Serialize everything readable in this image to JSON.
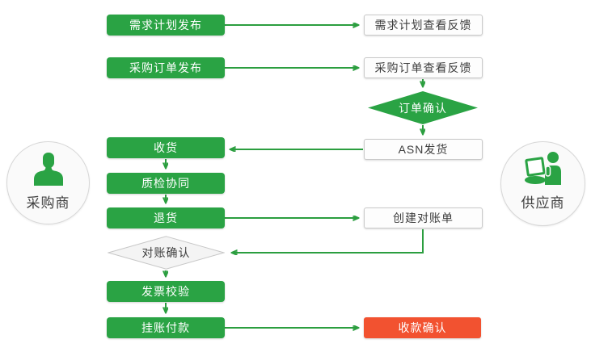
{
  "diagram": {
    "type": "flowchart",
    "description_note": "procurement collaboration flow between buyer and supplier"
  },
  "colors": {
    "process_green": "#2aa344",
    "arrow_green": "#2b9e3f",
    "highlight_red": "#f25230",
    "neutral_box_bg": "#fdfdfd",
    "neutral_border": "#c9c9c9",
    "text_dark": "#3d3d3d"
  },
  "actors": {
    "buyer": {
      "label": "采购商"
    },
    "supplier": {
      "label": "供应商"
    }
  },
  "nodes": {
    "demand_plan_publish": {
      "label": "需求计划发布",
      "style": "green"
    },
    "demand_plan_feedback": {
      "label": "需求计划查看反馈",
      "style": "white"
    },
    "po_publish": {
      "label": "采购订单发布",
      "style": "green"
    },
    "po_feedback": {
      "label": "采购订单查看反馈",
      "style": "white"
    },
    "order_confirm": {
      "label": "订单确认",
      "style": "green-diamond"
    },
    "asn_ship": {
      "label": "ASN发货",
      "style": "white"
    },
    "receive": {
      "label": "收货",
      "style": "green"
    },
    "quality_check": {
      "label": "质检协同",
      "style": "green"
    },
    "return_goods": {
      "label": "退货",
      "style": "green"
    },
    "create_statement": {
      "label": "创建对账单",
      "style": "white"
    },
    "statement_confirm": {
      "label": "对账确认",
      "style": "white-diamond"
    },
    "invoice_verify": {
      "label": "发票校验",
      "style": "green"
    },
    "payment": {
      "label": "挂账付款",
      "style": "green"
    },
    "receipt_confirm": {
      "label": "收款确认",
      "style": "red"
    }
  },
  "edges": [
    {
      "from": "demand_plan_publish",
      "to": "demand_plan_feedback"
    },
    {
      "from": "po_publish",
      "to": "po_feedback"
    },
    {
      "from": "po_feedback",
      "to": "order_confirm"
    },
    {
      "from": "order_confirm",
      "to": "asn_ship"
    },
    {
      "from": "asn_ship",
      "to": "receive"
    },
    {
      "from": "receive",
      "to": "quality_check"
    },
    {
      "from": "quality_check",
      "to": "return_goods"
    },
    {
      "from": "return_goods",
      "to": "create_statement"
    },
    {
      "from": "create_statement",
      "to": "statement_confirm"
    },
    {
      "from": "statement_confirm",
      "to": "invoice_verify"
    },
    {
      "from": "invoice_verify",
      "to": "payment"
    },
    {
      "from": "payment",
      "to": "receipt_confirm"
    }
  ]
}
